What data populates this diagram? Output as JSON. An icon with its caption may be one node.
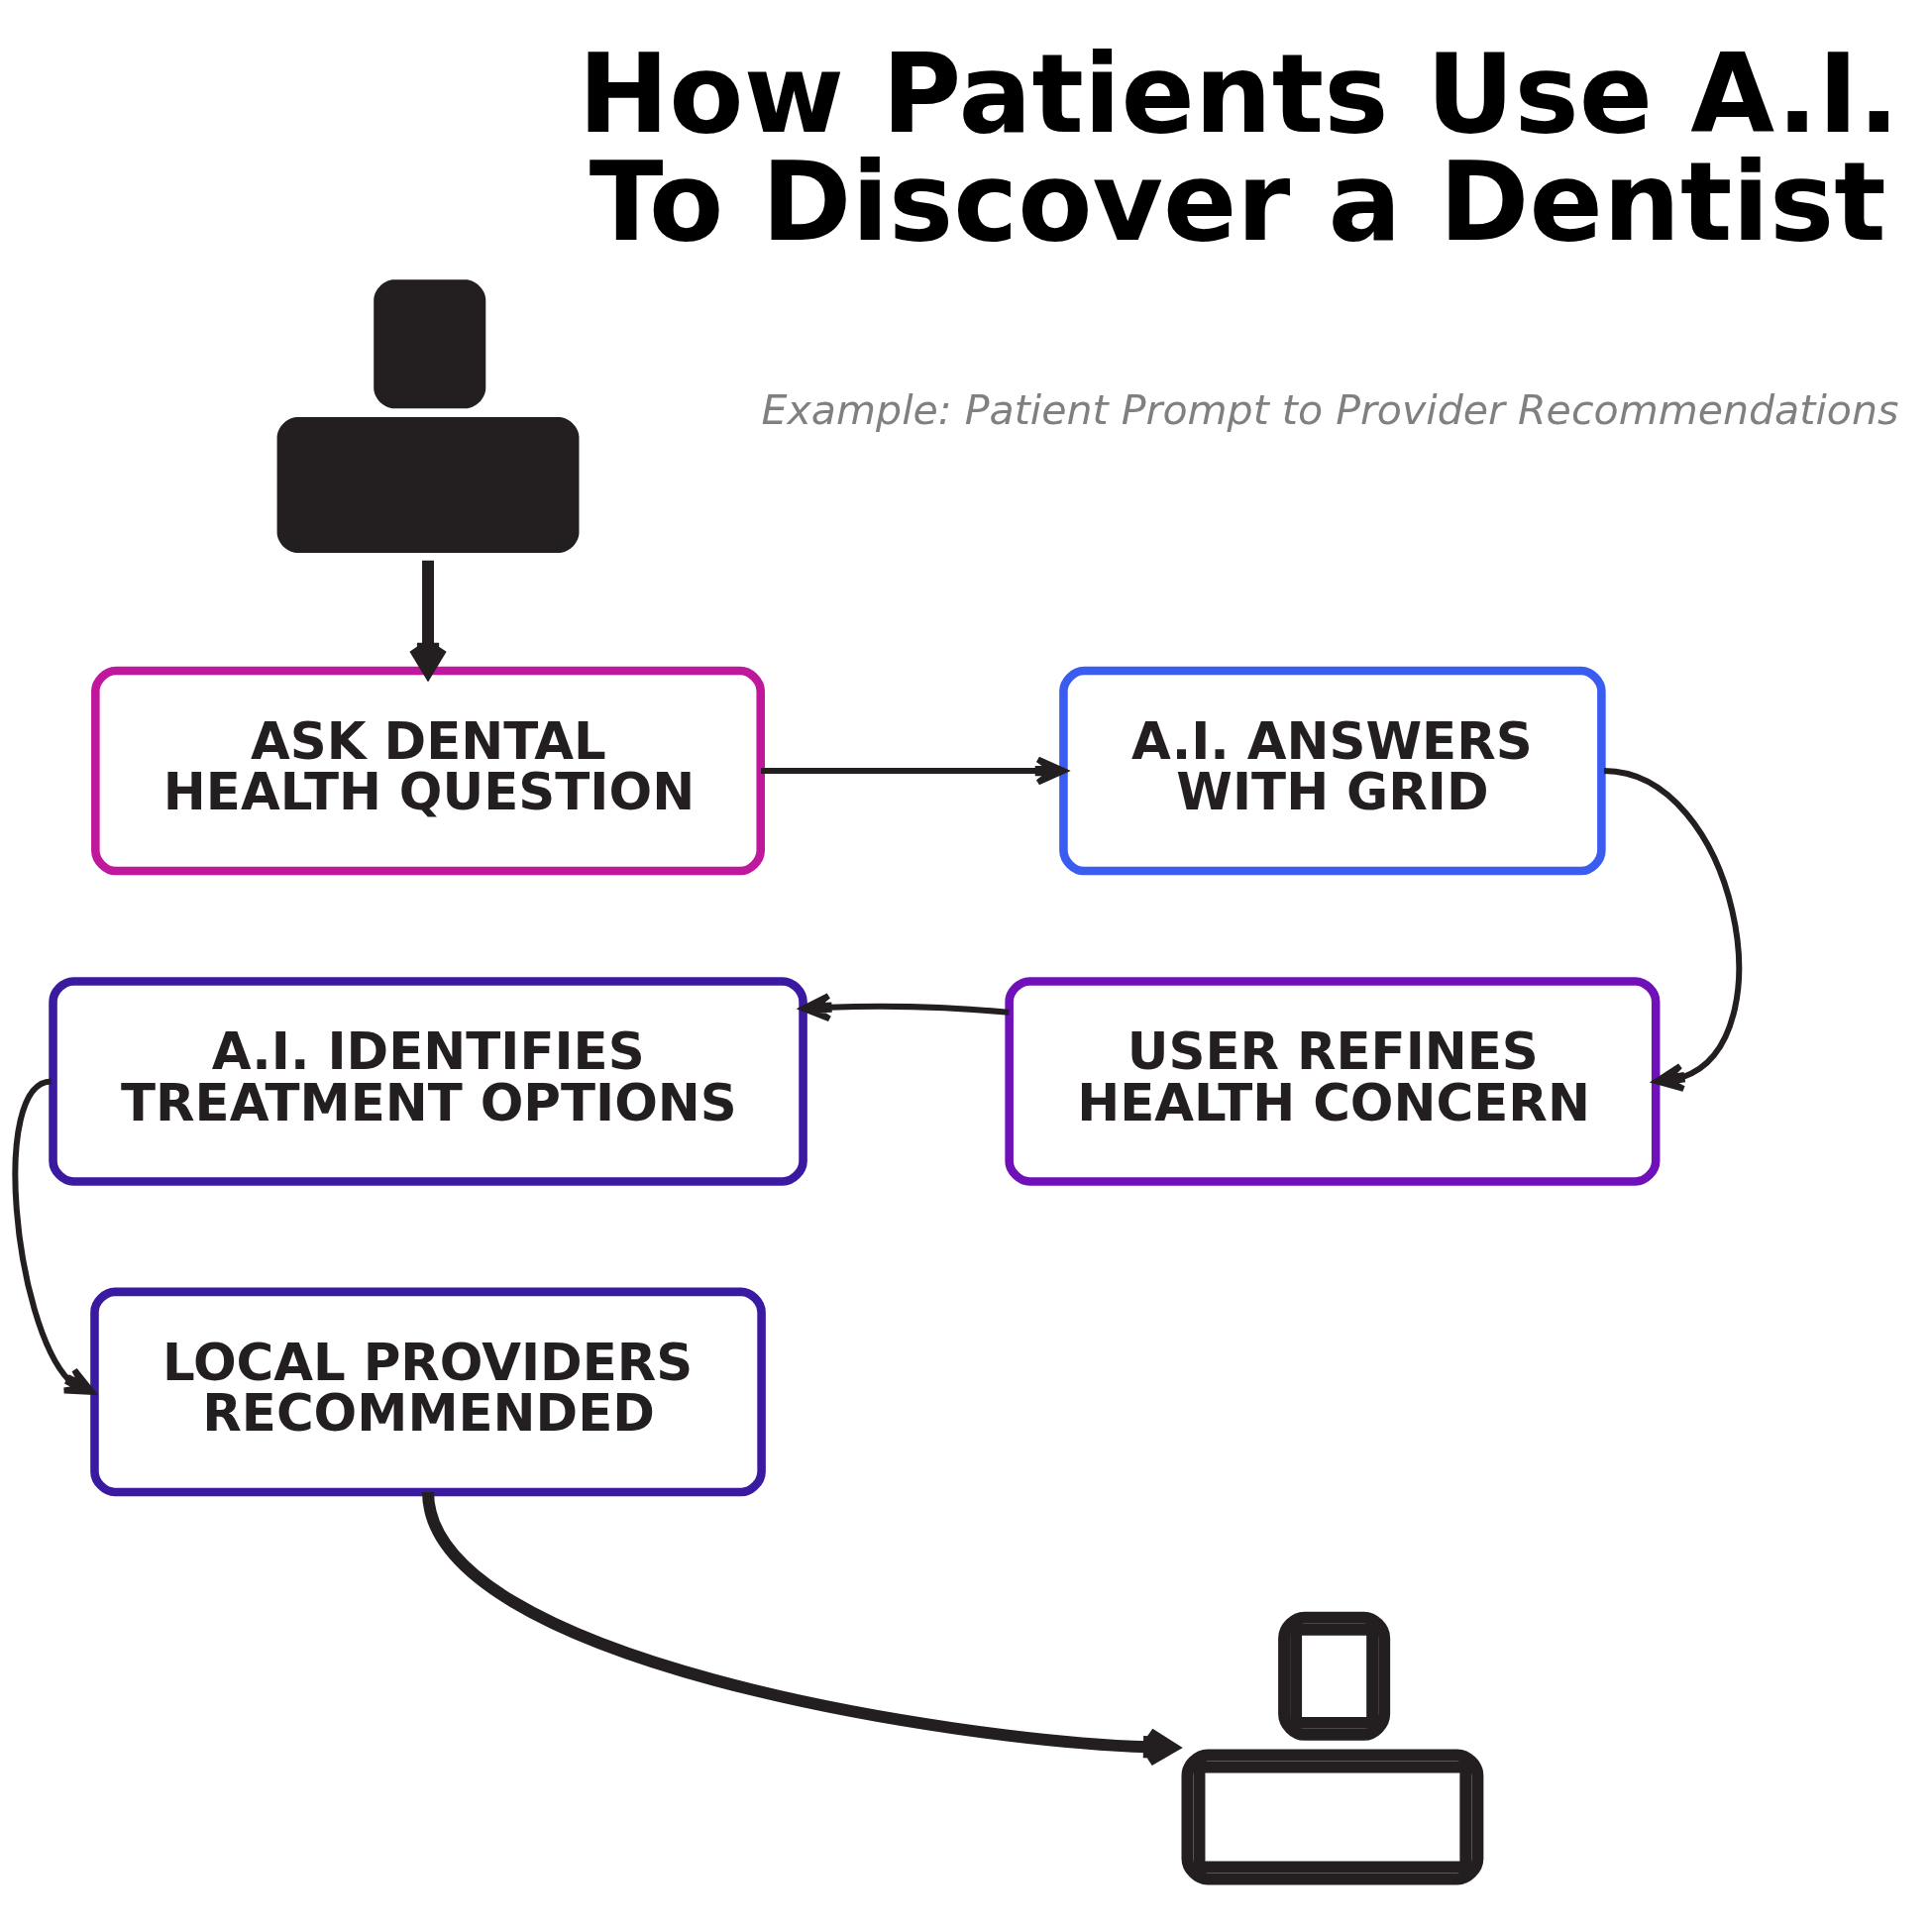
{
  "diagram": {
    "title": "How Patients Use A.I. To Discover a Dentist",
    "nodes": [
      {
        "text": [],
        "shape": "picture"
      },
      {
        "text": [
          "ASK DENTAL HEALTH QUESTION"
        ]
      },
      {
        "text": [
          "A.I. ANSWERS WITH GRID"
        ]
      },
      {
        "text": [
          "USER REFINES HEALTH CONCERN"
        ]
      },
      {
        "text": [
          "A.I. IDENTIFIES TREATMENT OPTIONS"
        ]
      },
      {
        "text": [
          "LOCAL PROVIDERS RECOMMENDED"
        ]
      },
      {
        "text": [],
        "shape": "picture"
      }
    ],
    "edges": [
      {
        "from": 0,
        "to": 1,
        "arrow": "to",
        "style": "thick"
      },
      {
        "from": 1,
        "to": 2,
        "arrow": "to"
      },
      {
        "from": 2,
        "to": 3,
        "arrow": "to"
      },
      {
        "from": 3,
        "to": 4,
        "arrow": "to"
      },
      {
        "from": 4,
        "to": 5,
        "arrow": "to"
      },
      {
        "from": 5,
        "to": 6,
        "arrow": "to",
        "style": "thick"
      }
    ],
    "labels": [
      "Example: Patient Prompt to Provider Recommendations"
    ]
  }
}
